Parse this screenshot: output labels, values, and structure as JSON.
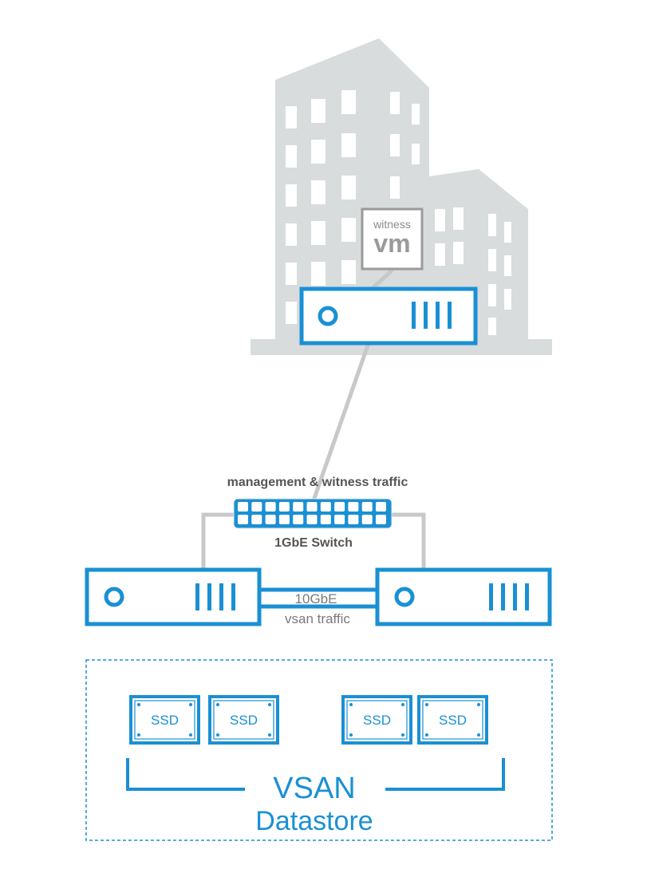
{
  "witness": {
    "small_label": "witness",
    "big_label": "vm"
  },
  "switch": {
    "top_label": "management & witness traffic",
    "bottom_label": "1GbE Switch"
  },
  "link": {
    "speed_label": "10GbE",
    "traffic_label": "vsan traffic"
  },
  "disks": [
    "SSD",
    "SSD",
    "SSD",
    "SSD"
  ],
  "datastore": {
    "title": "VSAN",
    "subtitle": "Datastore"
  },
  "colors": {
    "accent": "#1a90d4",
    "building": "#d8dcdd",
    "grey": "#9a9a9a",
    "cable": "#c8c8c8",
    "text_dark": "#555555"
  }
}
